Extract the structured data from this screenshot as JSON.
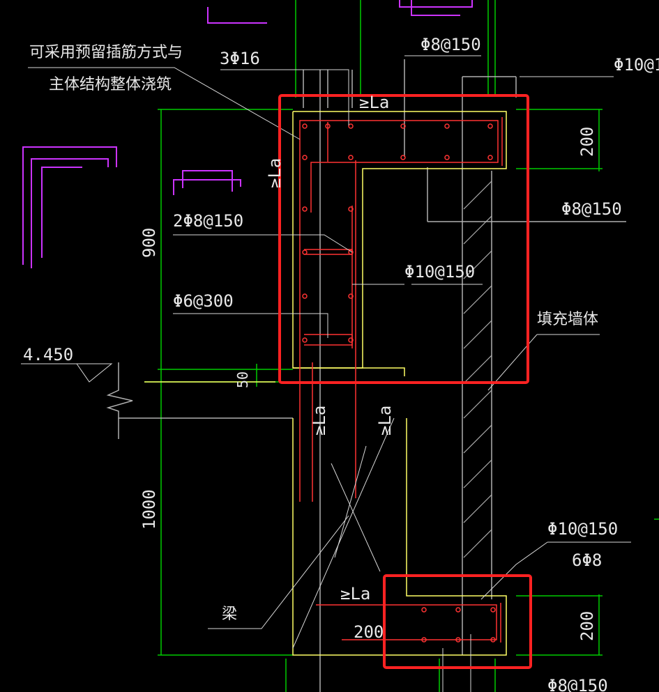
{
  "colors": {
    "background": "#000000",
    "dimension": "#00cc00",
    "outline": "#ffff66",
    "rebar": "#ff3333",
    "highlight": "#ff2222",
    "leader": "#d8d8d8",
    "magenta": "#cc33ff",
    "text": "#e8e8e8"
  },
  "labels": {
    "note_line1": "可采用预留插筋方式与",
    "note_line2": "主体结构整体浇筑",
    "top_bars": "3Φ16",
    "top_stirrup": "Φ8@150",
    "top_right_cut": "Φ10@1",
    "anchor_top": "≥La",
    "anchor_left": "≥La",
    "dim_200_top": "200",
    "right_mid_bar": "Φ8@150",
    "dim_900": "900",
    "double_bar": "2Φ8@150",
    "inner_bar": "Φ10@150",
    "tie_bar": "Φ6@300",
    "infill_wall": "填充墙体",
    "elevation": "4.450",
    "dim_50": "50",
    "anchor_down_left": "≥La",
    "anchor_down_right": "≥La",
    "dim_1000": "1000",
    "bottom_bar": "Φ10@150",
    "bottom_long_bars": "6Φ8",
    "anchor_bottom": "≥La",
    "dim_200_bottom_left": "200",
    "dim_200_bottom_right": "200",
    "beam": "梁",
    "bottom_right_cut": "Φ8@150"
  }
}
